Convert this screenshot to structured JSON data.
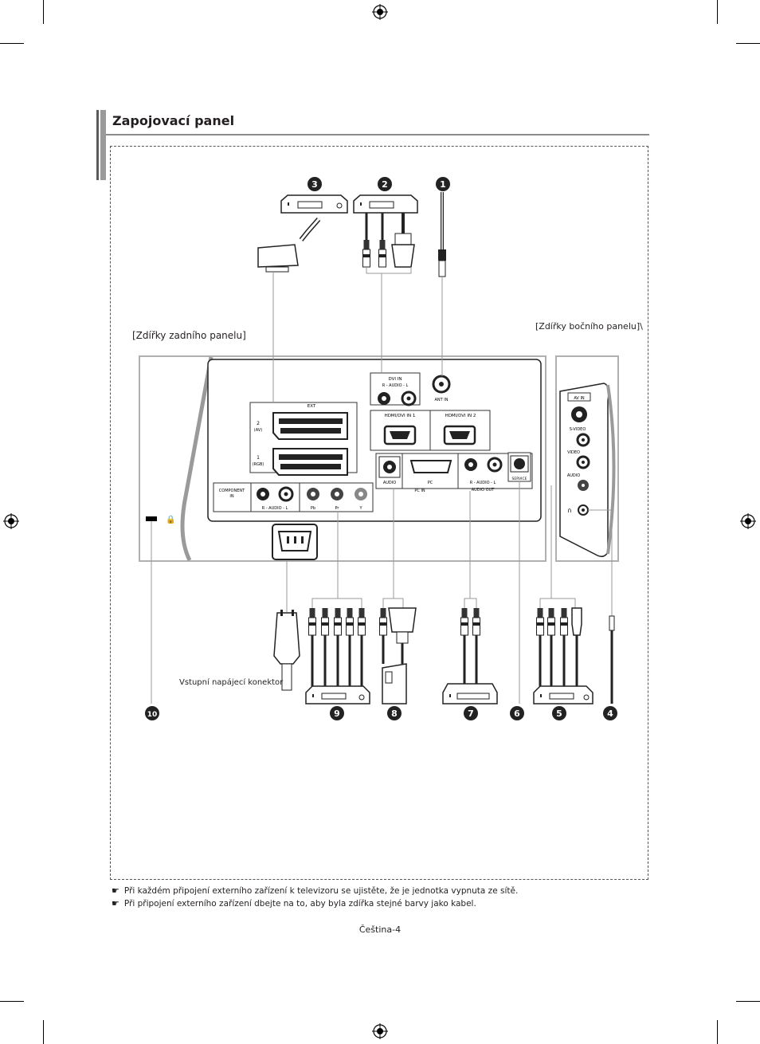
{
  "page": {
    "title": "Zapojovací panel",
    "page_number": "Čeština-4"
  },
  "labels": {
    "rear_panel": "[Zdířky zadního panelu]",
    "side_panel": "[Zdířky bočního panelu]\\",
    "power_input": "Vstupní napájecí konektor"
  },
  "panel_text": {
    "dvi_in": "DVI IN",
    "ant_in": "ANT IN",
    "hdmi1": "HDMI/DVI IN 1",
    "hdmi2": "HDMI/DVI IN 2",
    "ext": "EXT",
    "scart2": "2",
    "scart2_sub": "(AV)",
    "scart1": "1",
    "scart1_sub": "(RGB)",
    "component_in": "COMPONENT",
    "component_in_2": "IN",
    "audio_rl": "R - AUDIO - L",
    "audio": "AUDIO",
    "pc": "PC",
    "pc_in": "PC IN",
    "audio_out": "AUDIO OUT",
    "service": "SERVICE",
    "pb": "Pb",
    "pr": "Pr",
    "y": "Y",
    "av_in": "AV IN",
    "s_video": "S-VIDEO",
    "video": "VIDEO",
    "side_audio": "AUDIO"
  },
  "callouts": [
    "1",
    "2",
    "3",
    "4",
    "5",
    "6",
    "7",
    "8",
    "9",
    "10"
  ],
  "notes": [
    "Při každém připojení externího zařízení k televizoru se ujistěte, že je jednotka vypnuta ze sítě.",
    "Při připojení externího zařízení dbejte na to, aby byla zdířka stejné barvy jako kabel."
  ],
  "icons": {
    "note": "hand-pointer-icon",
    "registration": "registration-mark-icon"
  }
}
